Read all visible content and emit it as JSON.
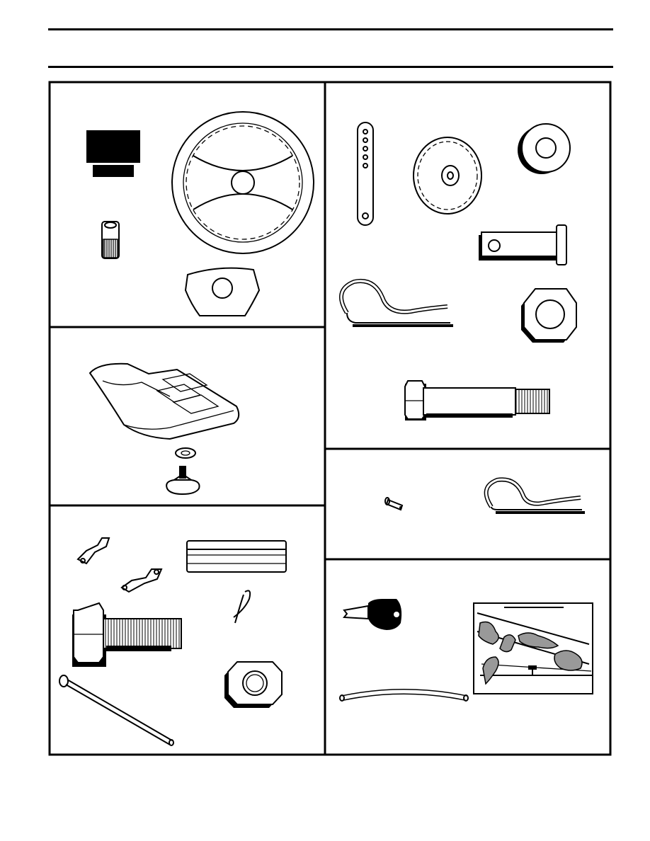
{
  "page": {
    "layout": "parts-identification-sheet",
    "ink_color": "#000000",
    "background_color": "#ffffff",
    "shade_color": "#999999"
  },
  "panels": [
    {
      "name": "steering-wheel-kit",
      "icons": [
        "emblem-icon",
        "steering-wheel-icon",
        "adapter-icon",
        "steering-cover-icon"
      ]
    },
    {
      "name": "seat-kit",
      "icons": [
        "seat-icon",
        "washer-icon",
        "wing-knob-icon"
      ]
    },
    {
      "name": "hardware-kit",
      "icons": [
        "bracket-icon",
        "bracket-icon",
        "label-strip-icon",
        "bolt-icon",
        "hairpin-clip-icon",
        "rod-icon",
        "hex-nut-icon"
      ]
    },
    {
      "name": "gauge-wheel-kit",
      "icons": [
        "adjuster-strap-icon",
        "gauge-wheel-icon",
        "spacer-icon",
        "clevis-pin-icon",
        "hitch-pin-clip-icon",
        "hex-nut-icon",
        "shoulder-bolt-icon"
      ]
    },
    {
      "name": "pin-clip-kit",
      "icons": [
        "small-pin-icon",
        "hairpin-clip-icon"
      ]
    },
    {
      "name": "key-and-decal-kit",
      "icons": [
        "ignition-key-icon",
        "hose-icon",
        "decal-sheet-icon"
      ]
    }
  ]
}
